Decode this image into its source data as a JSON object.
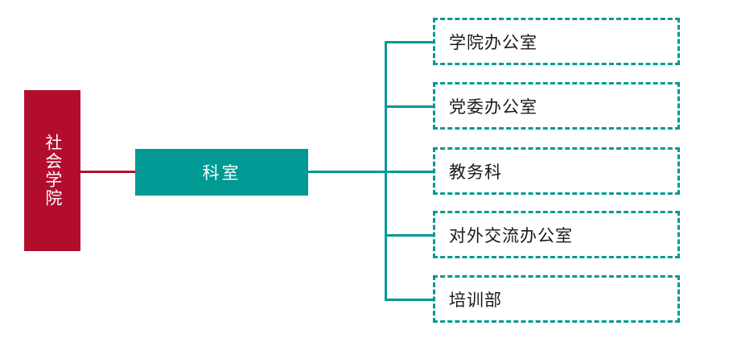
{
  "diagram": {
    "type": "organizational-chart",
    "orientation": "left-to-right",
    "colors": {
      "root_fill": "#b30d2e",
      "branch_fill": "#009994",
      "leaf_border": "#009994",
      "leaf_text": "#1a1a1a",
      "node_text": "#ffffff",
      "background": "#ffffff"
    },
    "root": {
      "label": "社会学院",
      "text_direction": "vertical"
    },
    "branch": {
      "label": "科室"
    },
    "leaves": [
      {
        "label": "学院办公室"
      },
      {
        "label": "党委办公室"
      },
      {
        "label": "教务科"
      },
      {
        "label": "对外交流办公室"
      },
      {
        "label": "培训部"
      }
    ]
  }
}
